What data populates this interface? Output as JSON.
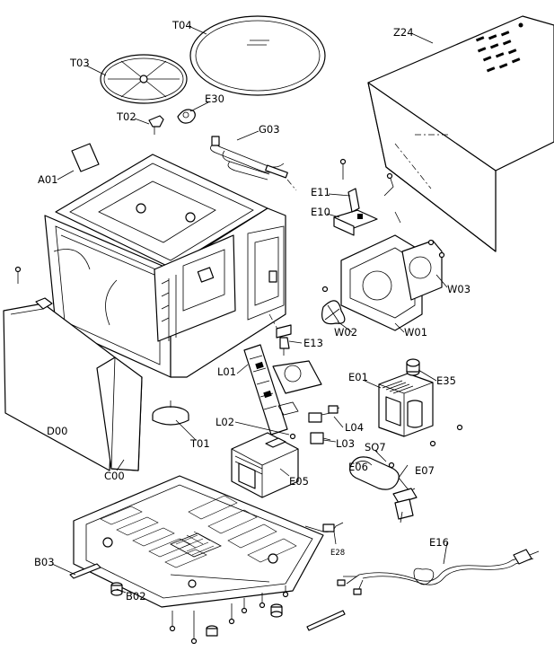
{
  "labels": {
    "t04": "T04",
    "z24": "Z24",
    "t03": "T03",
    "e30": "E30",
    "t02": "T02",
    "g03": "G03",
    "a01": "A01",
    "e11": "E11",
    "e10": "E10",
    "w03": "W03",
    "w02": "W02",
    "w01": "W01",
    "e13": "E13",
    "l01": "L01",
    "e01": "E01",
    "e35": "E35",
    "l02": "L02",
    "l04": "L04",
    "l03": "L03",
    "d00": "D00",
    "t01": "T01",
    "sq7": "SQ7",
    "e06": "E06",
    "e07": "E07",
    "c00": "C00",
    "e05": "E05",
    "e28": "E28",
    "e16": "E16",
    "b03": "B03",
    "b02": "B02"
  }
}
